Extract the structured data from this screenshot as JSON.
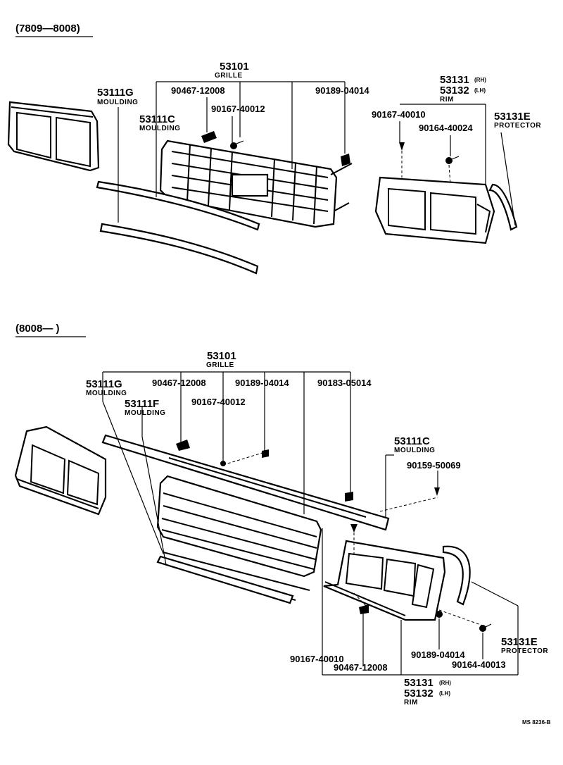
{
  "sections": [
    {
      "period": "(7809—8008)",
      "callouts": [
        {
          "id": "s1-grille",
          "number": "53101",
          "name": "GRILLE"
        },
        {
          "id": "s1-53111g",
          "number": "53111G",
          "name": "MOULDING"
        },
        {
          "id": "s1-90467",
          "number": "90467-12008",
          "name": ""
        },
        {
          "id": "s1-90189",
          "number": "90189-04014",
          "name": ""
        },
        {
          "id": "s1-90167-12",
          "number": "90167-40012",
          "name": ""
        },
        {
          "id": "s1-53111c",
          "number": "53111C",
          "name": "MOULDING"
        },
        {
          "id": "s1-rim",
          "number": "53131",
          "number_lh": "53132",
          "tag_rh": "(RH)",
          "tag_lh": "(LH)",
          "name": "RIM"
        },
        {
          "id": "s1-90167-10",
          "number": "90167-40010",
          "name": ""
        },
        {
          "id": "s1-90164",
          "number": "90164-40024",
          "name": ""
        },
        {
          "id": "s1-53131e",
          "number": "53131E",
          "name": "PROTECTOR"
        }
      ]
    },
    {
      "period": "(8008—        )",
      "callouts": [
        {
          "id": "s2-grille",
          "number": "53101",
          "name": "GRILLE"
        },
        {
          "id": "s2-53111g",
          "number": "53111G",
          "name": "MOULDING"
        },
        {
          "id": "s2-90467-top",
          "number": "90467-12008",
          "name": ""
        },
        {
          "id": "s2-90189-top",
          "number": "90189-04014",
          "name": ""
        },
        {
          "id": "s2-90183",
          "number": "90183-05014",
          "name": ""
        },
        {
          "id": "s2-53111f",
          "number": "53111F",
          "name": "MOULDING"
        },
        {
          "id": "s2-90167-12",
          "number": "90167-40012",
          "name": ""
        },
        {
          "id": "s2-53111c",
          "number": "53111C",
          "name": "MOULDING"
        },
        {
          "id": "s2-90159",
          "number": "90159-50069",
          "name": ""
        },
        {
          "id": "s2-53131e",
          "number": "53131E",
          "name": "PROTECTOR"
        },
        {
          "id": "s2-90167-10",
          "number": "90167-40010",
          "name": ""
        },
        {
          "id": "s2-90189-bot",
          "number": "90189-04014",
          "name": ""
        },
        {
          "id": "s2-90467-bot",
          "number": "90467-12008",
          "name": ""
        },
        {
          "id": "s2-90164",
          "number": "90164-40013",
          "name": ""
        },
        {
          "id": "s2-rim",
          "number": "53131",
          "number_lh": "53132",
          "tag_rh": "(RH)",
          "tag_lh": "(LH)",
          "name": "RIM"
        }
      ]
    }
  ],
  "figure_code": "MS 8236-B"
}
